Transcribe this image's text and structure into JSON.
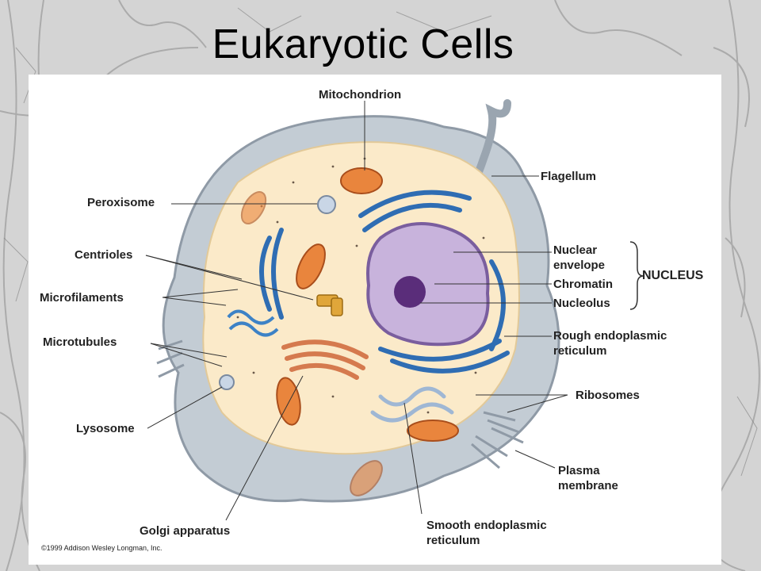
{
  "slide": {
    "title": "Eukaryotic Cells",
    "copyright": "©1999 Addison Wesley Longman, Inc."
  },
  "labels": {
    "mitochondrion": "Mitochondrion",
    "flagellum": "Flagellum",
    "peroxisome": "Peroxisome",
    "centrioles": "Centrioles",
    "nuclear_envelope": "Nuclear envelope",
    "nucleus_group": "NUCLEUS",
    "chromatin": "Chromatin",
    "nucleolus": "Nucleolus",
    "microfilaments": "Microfilaments",
    "microtubules": "Microtubules",
    "rough_er": "Rough endoplasmic reticulum",
    "ribosomes": "Ribosomes",
    "lysosome": "Lysosome",
    "plasma_membrane": "Plasma membrane",
    "golgi": "Golgi apparatus",
    "smooth_er": "Smooth endoplasmic reticulum"
  },
  "colors": {
    "membrane": "#b9c3cc",
    "cytoplasm": "#fbeac9",
    "nucleus": "#b79ccc",
    "rough_er": "#2f6db3",
    "mitochondria": "#e9853d",
    "golgi": "#e08a5c"
  }
}
